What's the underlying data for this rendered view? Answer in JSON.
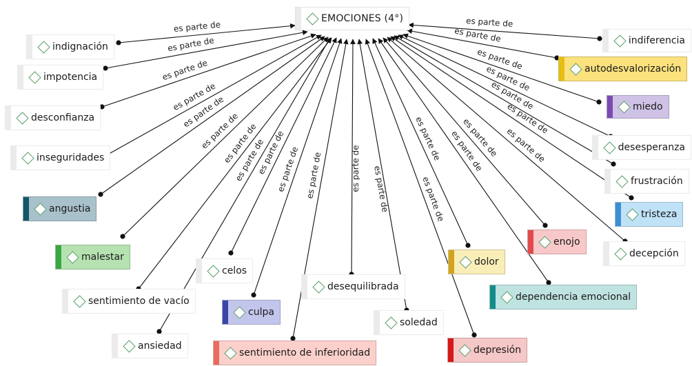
{
  "diagram": {
    "central": {
      "id": "emociones",
      "label": "EMOCIONES (4°)"
    },
    "relation_label": "es parte de",
    "colors": {
      "link": "#111111",
      "node_bg_default": "#ffffff",
      "node_bar_default": "#ebebeb",
      "diamond": "#5aa06a"
    },
    "nodes": [
      {
        "id": "indiferencia",
        "label": "indiferencia"
      },
      {
        "id": "indignacion",
        "label": "indignación"
      },
      {
        "id": "autodesvalorizacion",
        "label": "autodesvalorización",
        "bg": "#fbe27c",
        "bar": "#e8bd12"
      },
      {
        "id": "impotencia",
        "label": "impotencia"
      },
      {
        "id": "miedo",
        "label": "miedo",
        "bg": "#cfc2e6",
        "bar": "#7b4bb0"
      },
      {
        "id": "desconfianza",
        "label": "desconfianza"
      },
      {
        "id": "desesperanza",
        "label": "desesperanza"
      },
      {
        "id": "inseguridades",
        "label": "inseguridades"
      },
      {
        "id": "frustracion",
        "label": "frustración"
      },
      {
        "id": "angustia",
        "label": "angustia",
        "bg": "#a9c1cb",
        "bar": "#145866"
      },
      {
        "id": "tristeza",
        "label": "tristeza",
        "bg": "#bfe2f7",
        "bar": "#3d8fd4"
      },
      {
        "id": "malestar",
        "label": "malestar",
        "bg": "#b6e2b1",
        "bar": "#3aa744"
      },
      {
        "id": "enojo",
        "label": "enojo",
        "bg": "#f8c8c8",
        "bar": "#e14a4a"
      },
      {
        "id": "decepcion",
        "label": "decepción"
      },
      {
        "id": "celos",
        "label": "celos"
      },
      {
        "id": "dolor",
        "label": "dolor",
        "bg": "#faeeb8",
        "bar": "#d2a31b"
      },
      {
        "id": "sentimiento-vacio",
        "label": "sentimiento de vacío"
      },
      {
        "id": "desequilibrada",
        "label": "desequilibrada"
      },
      {
        "id": "dependencia",
        "label": "dependencia emocional",
        "bg": "#bfe3e1",
        "bar": "#138d8a"
      },
      {
        "id": "culpa",
        "label": "culpa",
        "bg": "#c3c6ec",
        "bar": "#3946a8"
      },
      {
        "id": "soledad",
        "label": "soledad"
      },
      {
        "id": "ansiedad",
        "label": "ansiedad"
      },
      {
        "id": "inferioridad",
        "label": "sentimiento de inferioridad",
        "bg": "#fbd0cb",
        "bar": "#ec6a5f"
      },
      {
        "id": "depresion",
        "label": "depresión",
        "bg": "#f6c7c7",
        "bar": "#d51818"
      }
    ]
  }
}
